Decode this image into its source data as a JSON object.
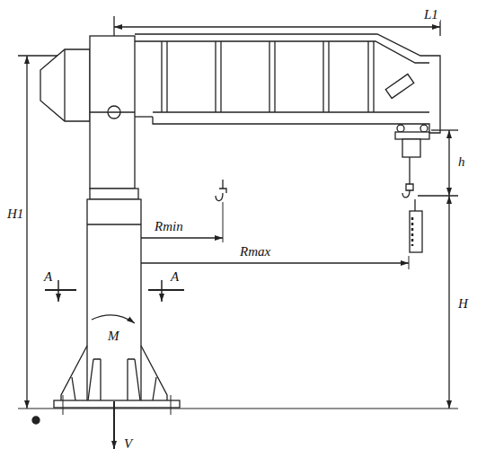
{
  "diagram": {
    "labels": [
      "L1",
      "H1",
      "h",
      "H",
      "Rmin",
      "Rmax",
      "A",
      "A",
      "M",
      "V"
    ]
  }
}
